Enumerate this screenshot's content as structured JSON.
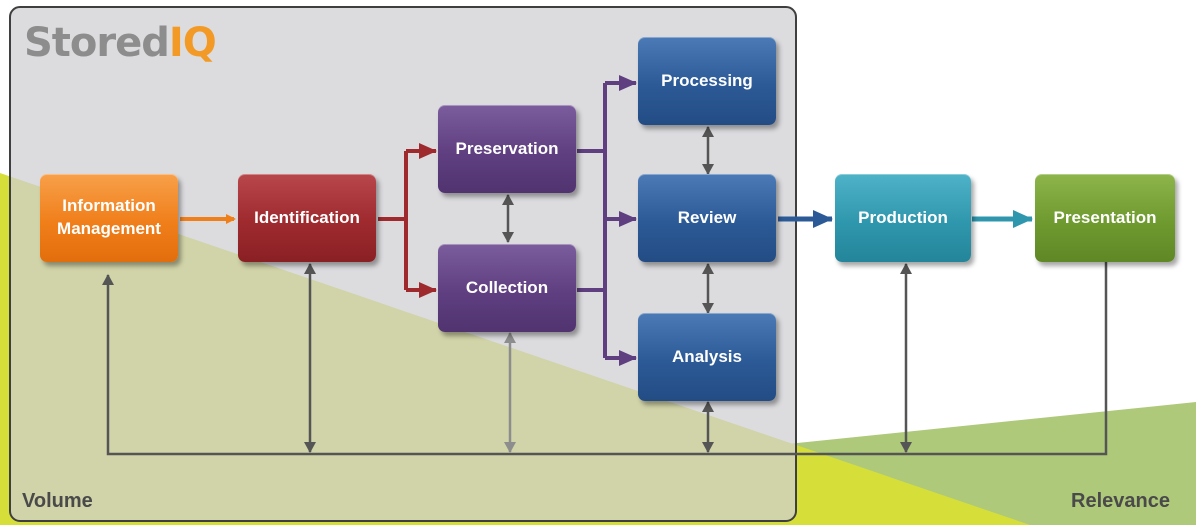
{
  "logo": {
    "text_main": "Stored",
    "text_accent": "IQ"
  },
  "labels": {
    "volume": "Volume",
    "relevance": "Relevance"
  },
  "nodes": {
    "information_management": "Information\nManagement",
    "identification": "Identification",
    "preservation": "Preservation",
    "collection": "Collection",
    "processing": "Processing",
    "review": "Review",
    "analysis": "Analysis",
    "production": "Production",
    "presentation": "Presentation"
  },
  "colors": {
    "orange": "#f07f1a",
    "red": "#9e2a2e",
    "purple": "#5f3f80",
    "blue": "#2c5a96",
    "teal": "#2f97ad",
    "green": "#6f9a2f",
    "panel": "#d9d9db",
    "volume_band": "#d6df3a",
    "relevance_band": "#aec97a",
    "line_gray": "#555555"
  }
}
